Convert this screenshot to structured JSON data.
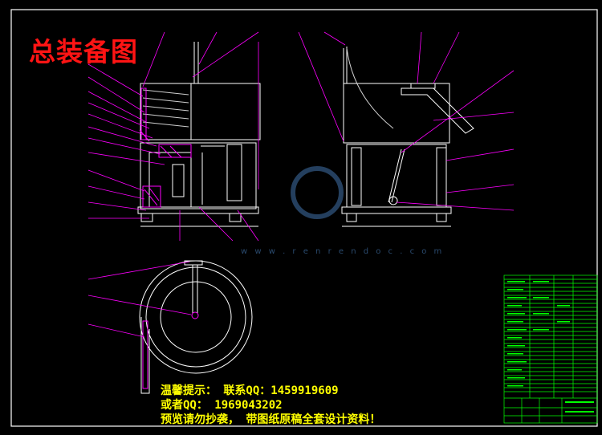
{
  "drawing": {
    "title": "总装备图",
    "notice_line1": "温馨提示： 联系QQ：1459919609",
    "notice_line2": "或者QQ： 1969043202",
    "notice_line3": "预览请勿抄袭， 带图纸原稿全套设计资料！",
    "watermark_url": "w w w . r e n r e n d o c . c o m"
  },
  "colors": {
    "background": "#000000",
    "line": "#ffffff",
    "leader": "#ff00ff",
    "accent": "#ff1414",
    "notice": "#ffff00",
    "watermark": "#2a4a6e",
    "table": "#00ff00"
  }
}
